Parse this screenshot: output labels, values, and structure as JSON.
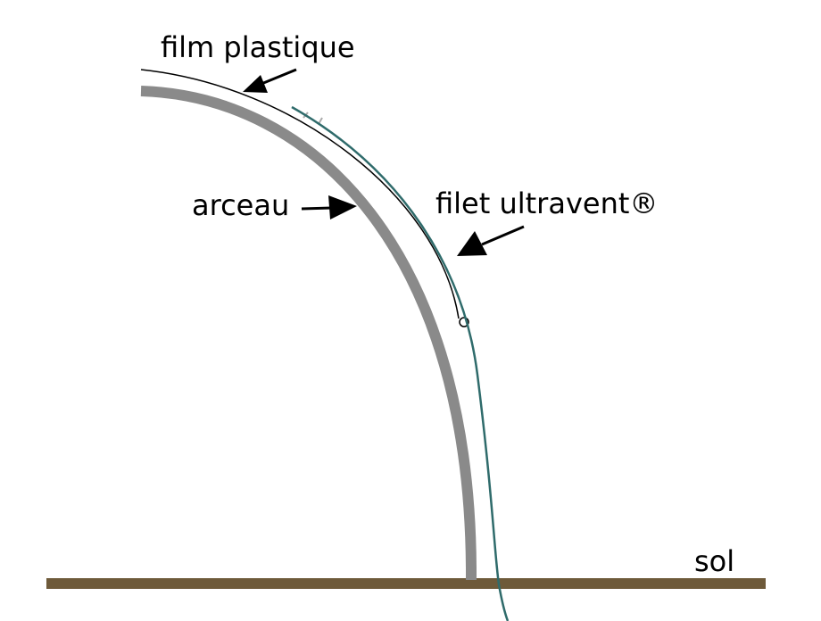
{
  "labels": {
    "film": "film plastique",
    "arceau": "arceau",
    "filet": "filet ultravent®",
    "sol": "sol"
  },
  "colors": {
    "arceau": "#8a8a8a",
    "film": "#000000",
    "filet": "#2f6b6b",
    "sol": "#6e5a3a"
  }
}
